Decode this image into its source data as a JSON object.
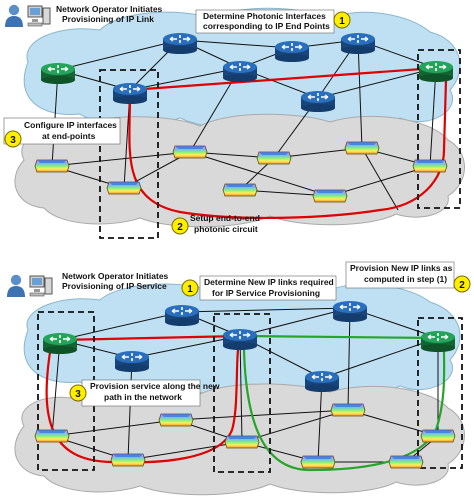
{
  "panel1": {
    "operator_text": [
      "Network Operator Initiates",
      "Provisioning of IP Link"
    ],
    "step1": {
      "num": "1",
      "text": [
        "Determine Photonic Interfaces",
        "corresponding to IP End Points"
      ]
    },
    "step2": {
      "num": "2",
      "text": [
        "Setup end-to-end",
        "photonic circuit"
      ]
    },
    "step3": {
      "num": "3",
      "text": [
        "Configure IP interfaces",
        "at end-points"
      ]
    }
  },
  "panel2": {
    "operator_text": [
      "Network Operator Initiates",
      "Provisioning of IP Service"
    ],
    "step1": {
      "num": "1",
      "text": [
        "Determine New IP links required",
        "for IP Service Provisioning"
      ]
    },
    "step2": {
      "num": "2",
      "text": [
        "Provision New IP links as",
        "computed in step (1)"
      ]
    },
    "step3": {
      "num": "3",
      "text": [
        "Provision service along the new",
        "path in the network"
      ]
    }
  },
  "colors": {
    "ip_cloud": "#bfe0f2",
    "photonic_cloud": "#d9d9d9",
    "router": "#1f5fa8",
    "edge_router": "#1f8a4c",
    "red_path": "#e00000",
    "green_path": "#27a42a",
    "step_badge": "#ffee00"
  },
  "icons": [
    "user-icon",
    "computer-icon",
    "router-icon",
    "photonic-switch-icon"
  ]
}
